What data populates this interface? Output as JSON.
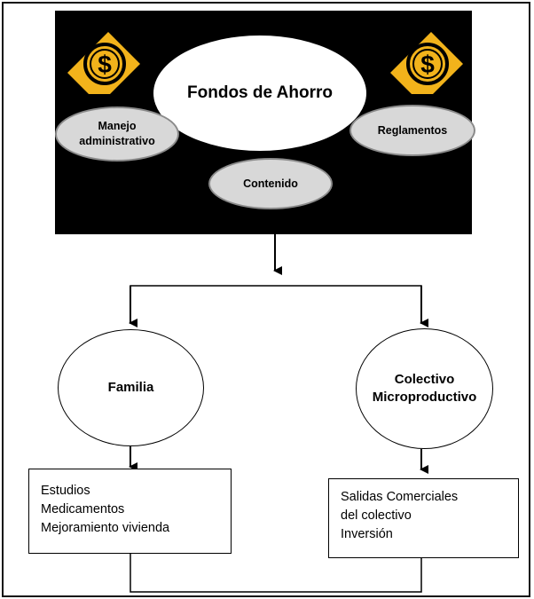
{
  "banner": {
    "title": "Fondos de Ahorro",
    "pills": {
      "manejo": [
        "Manejo",
        "administrativo"
      ],
      "reglamentos": "Reglamentos",
      "contenido": "Contenido"
    },
    "coin_symbol": "$",
    "colors": {
      "background": "#000000",
      "coin": "#f2b31b",
      "pill": "#d8d8d8"
    }
  },
  "branches": {
    "familia": {
      "label": "Familia",
      "items": [
        "Estudios",
        "Medicamentos",
        "Mejoramiento vivienda"
      ]
    },
    "colectivo": {
      "label_lines": [
        "Colectivo",
        "Microproductivo"
      ],
      "items": [
        "Salidas Comerciales",
        "del colectivo",
        "Inversión"
      ]
    }
  }
}
